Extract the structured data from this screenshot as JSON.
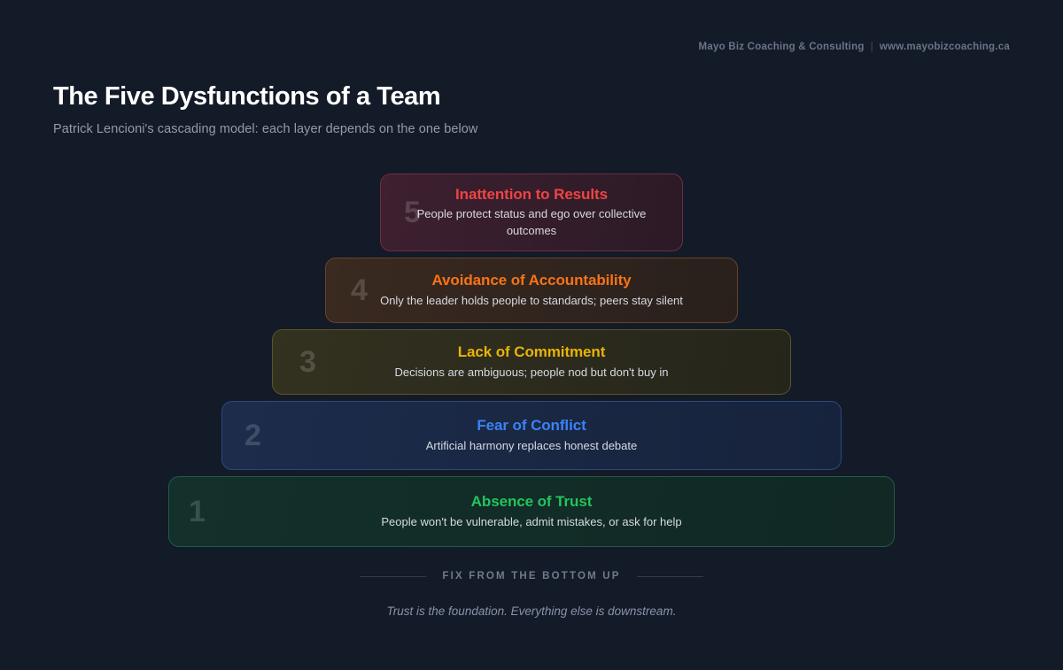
{
  "brand": {
    "name": "Mayo Biz Coaching & Consulting",
    "separator": "|",
    "website": "www.mayobizcoaching.ca"
  },
  "header": {
    "title": "The Five Dysfunctions of a Team",
    "subtitle": "Patrick Lencioni's cascading model: each layer depends on the one below"
  },
  "pyramid": {
    "layers": [
      {
        "number": "5",
        "title": "Inattention to Results",
        "description": "People protect status and ego over collective outcomes",
        "accent": "#ef4444",
        "fill_start": "#3e2030",
        "fill_end": "#2c1a26",
        "border": "#6b3040"
      },
      {
        "number": "4",
        "title": "Avoidance of Accountability",
        "description": "Only the leader holds people to standards; peers stay silent",
        "accent": "#f97316",
        "fill_start": "#3a2a20",
        "fill_end": "#29201c",
        "border": "#6a4326"
      },
      {
        "number": "3",
        "title": "Lack of Commitment",
        "description": "Decisions are ambiguous; people nod but don't buy in",
        "accent": "#eab308",
        "fill_start": "#33311f",
        "fill_end": "#25251b",
        "border": "#5d5529"
      },
      {
        "number": "2",
        "title": "Fear of Conflict",
        "description": "Artificial harmony replaces honest debate",
        "accent": "#3b82f6",
        "fill_start": "#1c2c4b",
        "fill_end": "#17233c",
        "border": "#2d4a7d"
      },
      {
        "number": "1",
        "title": "Absence of Trust",
        "description": "People won't be vulnerable, admit mistakes, or ask for help",
        "accent": "#22c55e",
        "fill_start": "#13302a",
        "fill_end": "#112824",
        "border": "#235c46"
      }
    ]
  },
  "footer": {
    "divider_label": "FIX FROM THE BOTTOM UP",
    "note": "Trust is the foundation. Everything else is downstream."
  },
  "colors": {
    "background": "#131a28",
    "title": "#ffffff",
    "subtitle": "#939bac",
    "muted": "#717a8e"
  }
}
